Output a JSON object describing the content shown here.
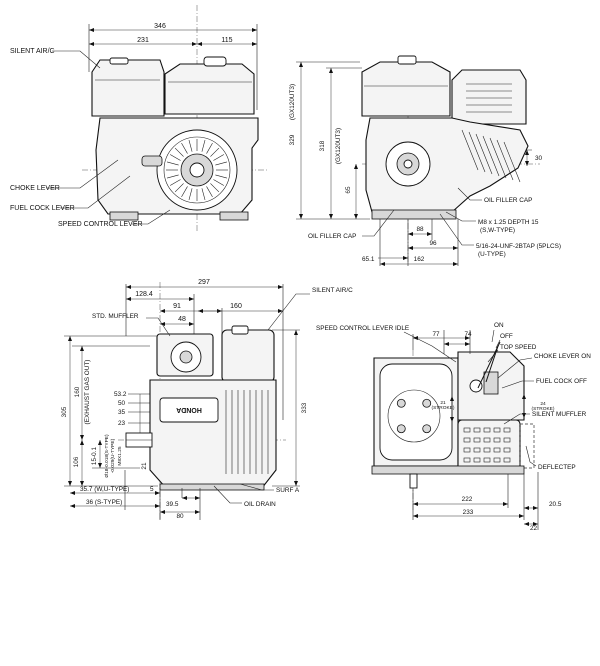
{
  "front_view": {
    "dims": [
      "346",
      "231",
      "115"
    ],
    "callouts": [
      "SILENT AIR/C",
      "CHOKE LEVER",
      "FUEL COCK LEVER",
      "SPEED CONTROL LEVER"
    ]
  },
  "side_view": {
    "dims": [
      "329",
      "(GX120UT3)",
      "318",
      "(GX120UT3)",
      "30",
      "65",
      "65.1",
      "88",
      "96",
      "162"
    ],
    "callouts": [
      "OIL FILLER CAP",
      "OIL FILLER CAP",
      "M8 x 1.25 DEPTH 15",
      "(S,W-TYPE)",
      "5/16-24-UNF-2BTAP (5PLCS)",
      "(U-TYPE)"
    ]
  },
  "top_view": {
    "dims": [
      "297",
      "128.4",
      "91",
      "160",
      "48",
      "160",
      "(EXHAUST GAS OUT)",
      "305",
      "333",
      "53.2",
      "50",
      "35",
      "23",
      "106",
      "15-0.1",
      "Ø18-0.018(S-TYPE)",
      "-0.029(U-TYPE)",
      "M8X1.25",
      "21",
      "5",
      "35.7 (W,U-TYPE)",
      "36 (S-TYPE)",
      "39.5",
      "80"
    ],
    "callouts": [
      "STD. MUFFLER",
      "SILENT AIR/C",
      "OIL DRAIN",
      "SURF A"
    ]
  },
  "rear_view": {
    "dims": [
      "77",
      "74",
      "222",
      "233",
      "20.5",
      "22",
      "21",
      "(STROKE)",
      "24",
      "(STROKE)"
    ],
    "callouts": [
      "SPEED CONTROL LEVER IDLE",
      "ON",
      "OFF",
      "TOP SPEED",
      "CHOKE LEVER ON",
      "FUEL COCK OFF",
      "SILENT MUFFLER",
      "DEFLECTEP"
    ]
  }
}
